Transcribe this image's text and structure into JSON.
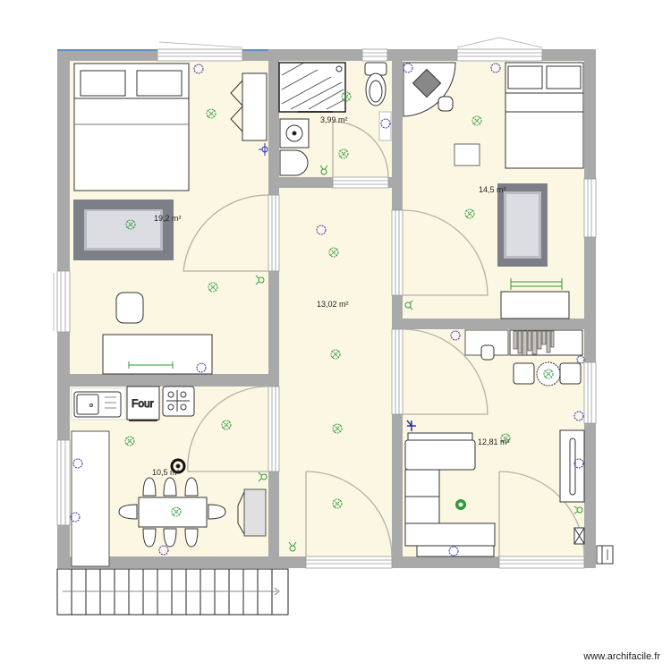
{
  "plan": {
    "colors": {
      "wall": "#a9a9a9",
      "wall_edge": "#8c8c8c",
      "floor": "#fcf7e3",
      "furniture": "#ffffff",
      "outline": "#222222",
      "light": "#2e9a3a",
      "outlet": "#2b2bb8",
      "rug_outer": "#7d7f87",
      "rug_mid": "#b9bcc4",
      "rug_inner": "#dcdde2",
      "glass": "#5b8fc9"
    },
    "rooms": [
      {
        "id": "bedroom-1",
        "label": "19,2 m²"
      },
      {
        "id": "bathroom",
        "label": "3,99 m²"
      },
      {
        "id": "bedroom-2",
        "label": "14,5 m²"
      },
      {
        "id": "hallway",
        "label": "13,02 m²"
      },
      {
        "id": "kitchen",
        "label": "10,5 m²"
      },
      {
        "id": "living-room",
        "label": "12,81 m²"
      }
    ],
    "appliances": {
      "oven_label": "Four"
    }
  },
  "footer": {
    "watermark": "www.archifacile.fr"
  }
}
